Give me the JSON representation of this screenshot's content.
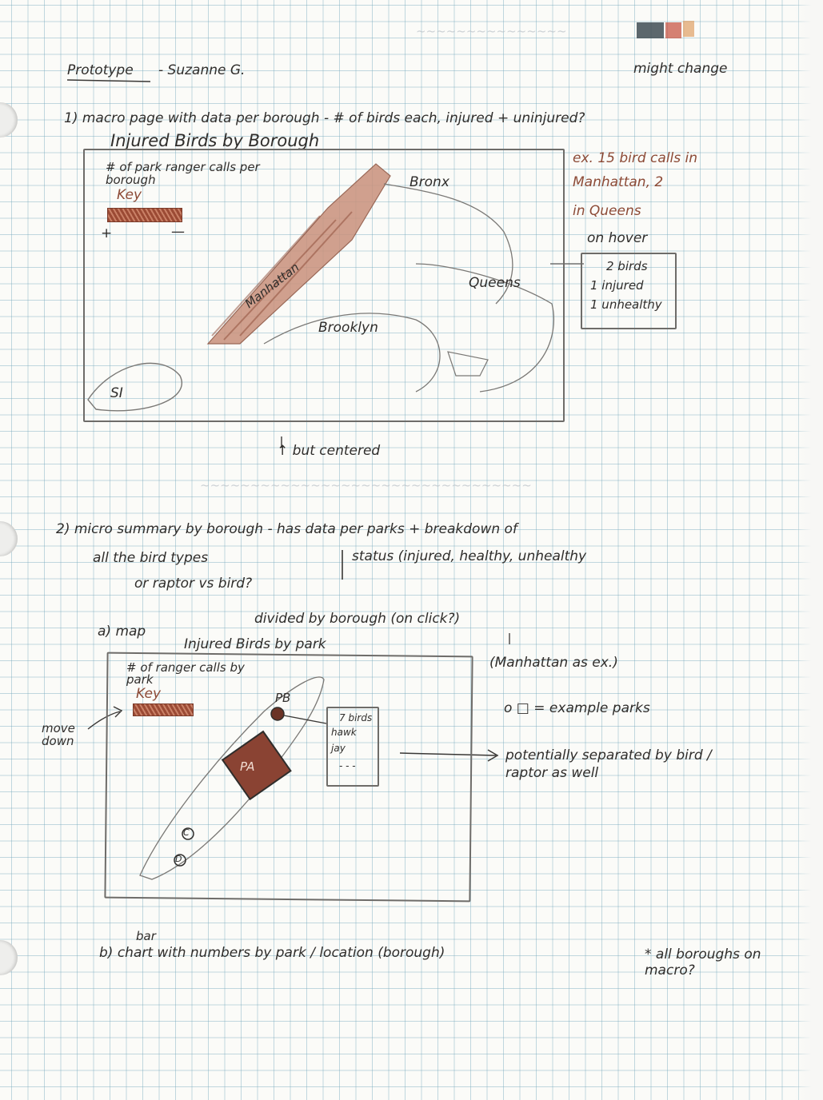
{
  "header": {
    "title": "Prototype",
    "author": "- Suzanne G.",
    "top_note": "might change"
  },
  "section1": {
    "heading": "1) macro page with data per borough - # of birds each, injured + uninjured?",
    "map_title": "Injured Birds by Borough",
    "key_caption": "# of park ranger calls per borough",
    "key_label": "Key",
    "key_plus": "+",
    "key_minus": "—",
    "boroughs": {
      "bronx": "Bronx",
      "manhattan": "Manhattan",
      "queens": "Queens",
      "brooklyn": "Brooklyn",
      "staten_island": "SI"
    },
    "side_note_lines": [
      "ex. 15 bird calls in",
      "Manhattan, 2",
      "in Queens"
    ],
    "hover_label": "on hover",
    "hover_box_lines": [
      "2 birds",
      "1 injured",
      "1 unhealthy"
    ],
    "centered_note": "↑ but centered"
  },
  "section2": {
    "heading_line1": "2) micro summary by borough - has data per parks + breakdown of",
    "heading_line2a": "all the bird types",
    "heading_line2b": "status (injured, healthy, unhealthy",
    "heading_line3": "or raptor vs bird?",
    "a_label": "a) map",
    "a_note": "divided by borough (on click?)",
    "map_title": "Injured Birds by park",
    "key_caption": "# of ranger calls by park",
    "key_label": "Key",
    "move_down": "move down",
    "parks": [
      "PA",
      "PB",
      "C",
      "D"
    ],
    "popup_lines": [
      "7 birds",
      "hawk",
      "jay",
      "- - -"
    ],
    "manhattan_example": "(Manhattan as ex.)",
    "legend_example": "o □ = example parks",
    "separated_note": "potentially separated by bird / raptor as well",
    "b_label": "b) chart with numbers by park / location (borough)",
    "b_bar": "bar",
    "b_note": "* all boroughs on macro?"
  }
}
